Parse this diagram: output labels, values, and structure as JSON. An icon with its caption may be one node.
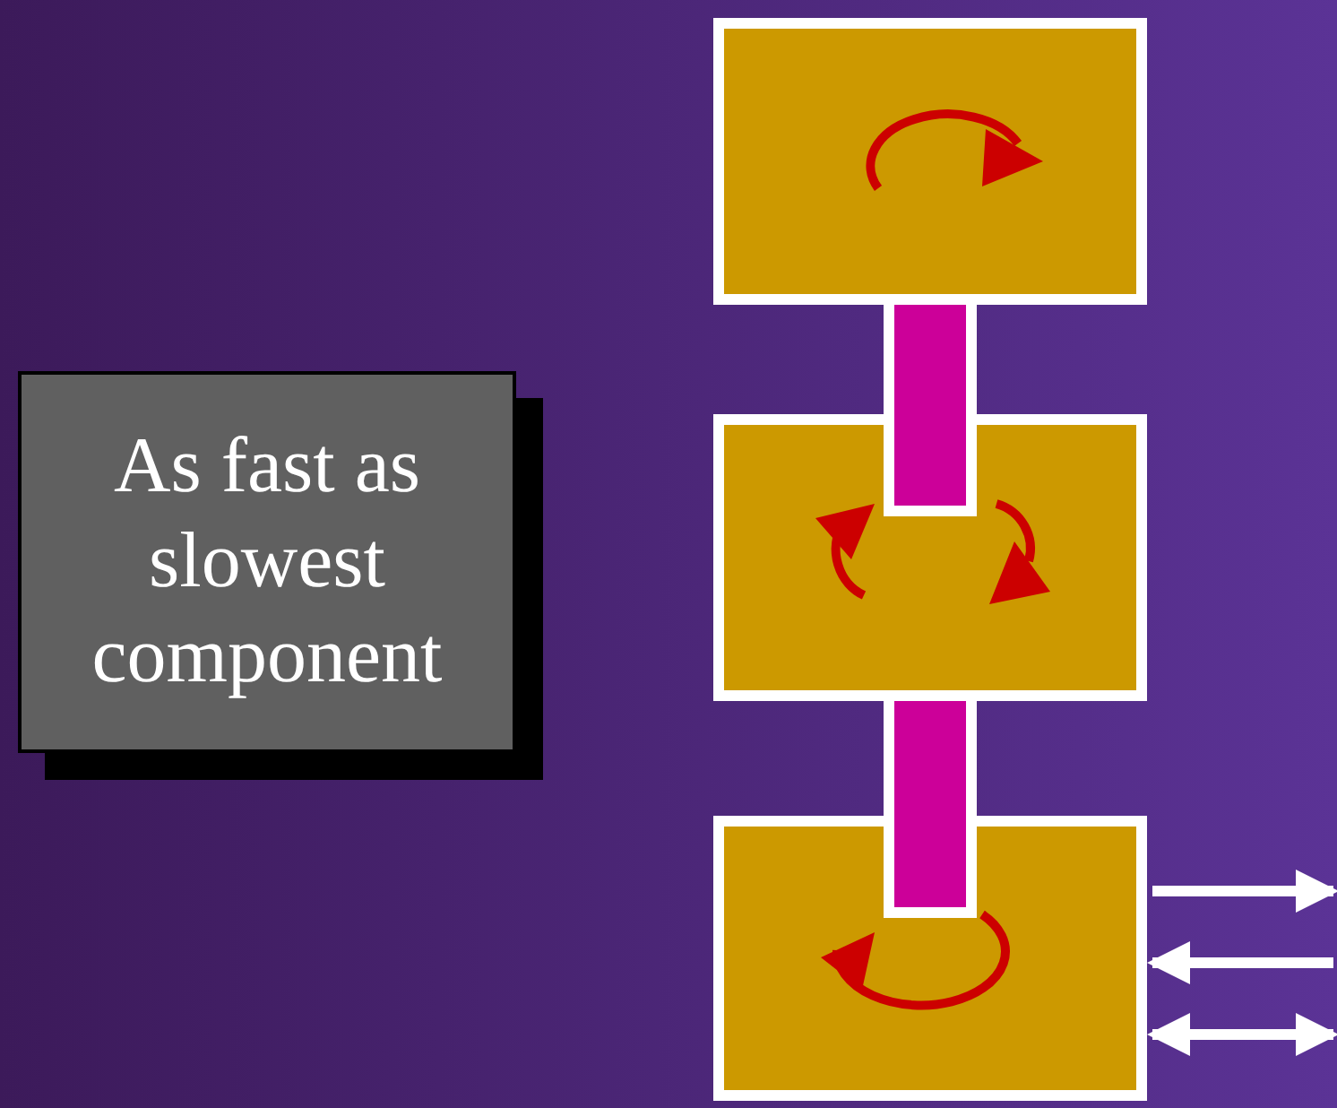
{
  "diagram": {
    "nodes": [
      {
        "text": [
          "As fast as slowest component"
        ]
      },
      {
        "text": [],
        "shape": "box"
      },
      {
        "text": [],
        "shape": "box"
      },
      {
        "text": [],
        "shape": "box"
      }
    ],
    "edges": [
      {
        "from": 1,
        "to": 2,
        "arrow": "none",
        "style": "thick",
        "color": "#cc0099"
      },
      {
        "from": 2,
        "to": 3,
        "arrow": "none",
        "style": "thick",
        "color": "#cc0099"
      },
      {
        "from": 3,
        "to": null,
        "arrow": "to"
      },
      {
        "from": null,
        "to": 3,
        "arrow": "to"
      },
      {
        "from": 3,
        "to": null,
        "arrow": "both"
      }
    ]
  }
}
